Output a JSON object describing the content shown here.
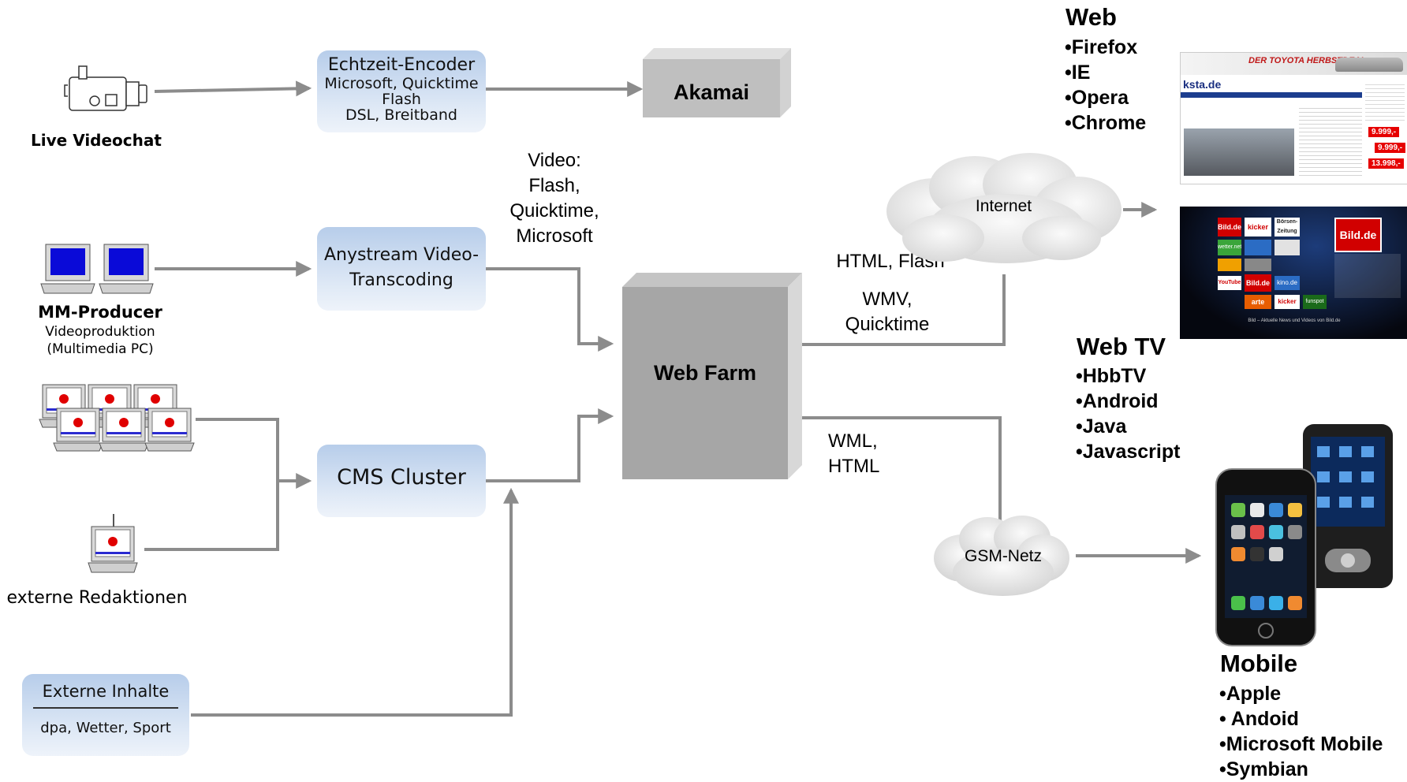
{
  "sources": {
    "live_videochat": "Live Videochat",
    "mm_producer": {
      "title": "MM-Producer",
      "line1": "Videoproduktion",
      "line2": "(Multimedia PC)"
    },
    "externe_redaktionen": "externe Redaktionen"
  },
  "boxes": {
    "encoder": {
      "line1": "Echtzeit-Encoder",
      "line2": "Microsoft, Quicktime",
      "line3": "Flash",
      "line4": "DSL, Breitband"
    },
    "akamai": "Akamai",
    "anystream": {
      "line1": "Anystream Video-",
      "line2": "Transcoding"
    },
    "cms": "CMS Cluster",
    "webfarm": "Web Farm",
    "externe": {
      "title": "Externe Inhalte",
      "sub": "dpa,  Wetter, Sport"
    }
  },
  "labels": {
    "video": [
      "Video:",
      "Flash,",
      "Quicktime,",
      "Microsoft"
    ],
    "html_flash": "HTML, Flash",
    "wmv": [
      "WMV,",
      "Quicktime"
    ],
    "wml": [
      "WML,",
      "HTML"
    ]
  },
  "clouds": {
    "internet": "Internet",
    "gsm": "GSM-Netz"
  },
  "targets": {
    "web": {
      "title": "Web",
      "items": [
        "•Firefox",
        "•IE",
        "•Opera",
        "•Chrome"
      ]
    },
    "webtv": {
      "title": "Web TV",
      "items": [
        "•HbbTV",
        "•Android",
        "•Java",
        "•Javascript"
      ]
    },
    "mobile": {
      "title": "Mobile",
      "items": [
        "•Apple",
        "• Andoid",
        "•Microsoft Mobile",
        "•Symbian"
      ]
    }
  },
  "screenshots": {
    "web_logo": "ksta.de",
    "web_banner": "DER TOYOTA HERBSTDEAL",
    "web_prices": [
      "9.999,-",
      "9.999,-",
      "13.998,-"
    ],
    "tv_tiles": [
      "Bild.de",
      "kicker",
      "Börsen-Zeitung",
      "wetter.net",
      "YouTube",
      "arte",
      "kino.de",
      "funspot"
    ],
    "tv_footer": "Bild – Aktuelle News und Videos von Bild.de"
  },
  "colors": {
    "connector": "#8c8c8c",
    "box_blue": "#c9daef",
    "webfarm": "#a6a6a6",
    "akamai": "#bfbfbf",
    "cloud": "#e4e4e4"
  }
}
